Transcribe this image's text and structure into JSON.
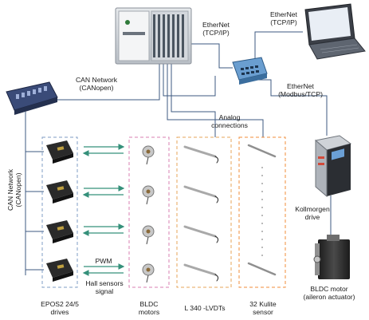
{
  "labels": {
    "ethernet_tcpip_1": "EtherNet\n(TCP/IP)",
    "ethernet_tcpip_2": "EtherNet\n(TCP/IP)",
    "ethernet_modbus": "EtherNet\n(Modbus/TCP)",
    "can_network_top": "CAN Network\n(CANopen)",
    "can_network_side": "CAN Network\n(CANopen)",
    "analog_connections": "Analog\nconnections",
    "pwm": "PWM",
    "hall_sensors": "Hall sensors\nsignal",
    "kollmorgen_drive": "Kollmorgen\ndrive",
    "epos2_drives": "EPOS2 24/5\ndrives",
    "bldc_motors": "BLDC\nmotors",
    "lvdts": "L 340 -LVDTs",
    "kulite_sensor": "32 Kulite\nsensor",
    "bldc_motor_aileron": "BLDC motor\n(aileron actuator)"
  },
  "colors": {
    "line": "#3d5a80",
    "epos_box": "#7f9cc4",
    "bldc_box": "#d87fb0",
    "lvdt_box": "#e7a45a",
    "kulite_box": "#f08c3a",
    "arrow": "#35907a"
  }
}
